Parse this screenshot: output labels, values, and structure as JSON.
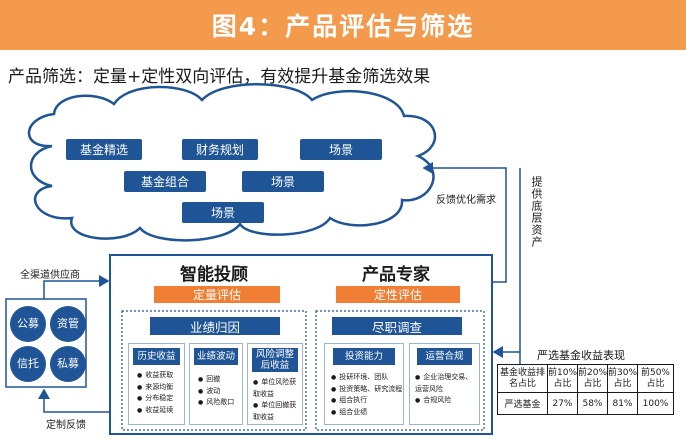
{
  "header": {
    "title": "图4：产品评估与筛选"
  },
  "subtitle": "产品筛选：定量+定性双向评估，有效提升基金筛选效果",
  "cloud": {
    "items": [
      "基金精选",
      "财务规划",
      "场景",
      "基金组合",
      "场景",
      "场景"
    ]
  },
  "labels": {
    "feedback_optimize": "反馈优化需求",
    "provide_assets": "提供底层资产",
    "all_channel_supply": "全渠道供应商",
    "customized_feedback": "定制反馈"
  },
  "left_panel": {
    "title": "智能投顾",
    "bar": "定量评估",
    "sub_bar": "业绩归因",
    "cards": [
      {
        "title": "历史收益",
        "items": [
          "收益获取",
          "来源均衡",
          "分布稳定",
          "收益延续"
        ]
      },
      {
        "title": "业绩波动",
        "items": [
          "回撤",
          "波动",
          "风险敞口"
        ]
      },
      {
        "title": "风险调整后收益",
        "items": [
          "单位风险获取收益",
          "单位回撤获取收益"
        ]
      }
    ]
  },
  "right_panel": {
    "title": "产品专家",
    "bar": "定性评估",
    "sub_bar": "尽职调查",
    "cards": [
      {
        "title": "投资能力",
        "items": [
          "投研环境、团队",
          "投资策略、研究流程",
          "组合执行",
          "组合业绩"
        ]
      },
      {
        "title": "运营合规",
        "items": [
          "企业治理交易、运营风险",
          "合规风险"
        ]
      }
    ]
  },
  "sources": [
    "公募",
    "资管",
    "信托",
    "私募"
  ],
  "table": {
    "title": "严选基金收益表现",
    "header": [
      "基金收益排名占比",
      "前10%占比",
      "前20%占比",
      "前30%占比",
      "前50%占比"
    ],
    "row": [
      "严选基金",
      "27%",
      "58%",
      "81%",
      "100%"
    ]
  },
  "colors": {
    "banner": "#f39a4d",
    "dark_blue": "#1f5597",
    "orange": "#f07f35",
    "light_blue_border": "#9ab3d6"
  }
}
